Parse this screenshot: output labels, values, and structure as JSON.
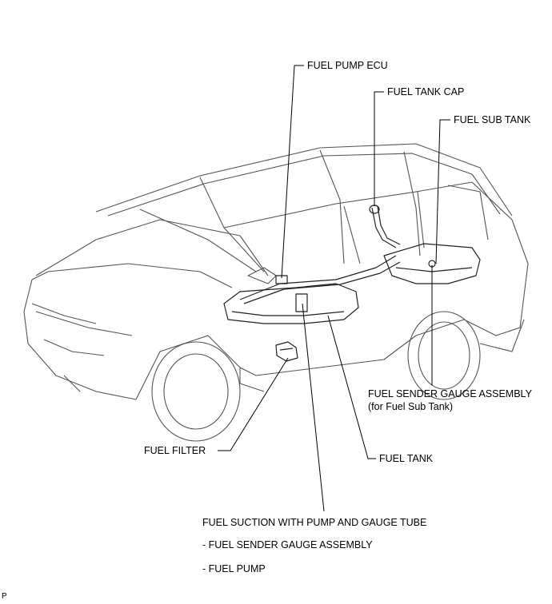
{
  "labels": {
    "fuel_pump_ecu": "FUEL PUMP ECU",
    "fuel_tank_cap": "FUEL TANK CAP",
    "fuel_sub_tank": "FUEL SUB TANK",
    "fuel_sender_gauge_sub": "FUEL SENDER GAUGE ASSEMBLY",
    "fuel_sender_gauge_sub_note": "(for Fuel Sub Tank)",
    "fuel_filter": "FUEL FILTER",
    "fuel_tank": "FUEL TANK",
    "fuel_suction": "FUEL SUCTION WITH PUMP AND GAUGE TUBE",
    "fuel_sender_gauge": "- FUEL SENDER GAUGE ASSEMBLY",
    "fuel_pump": "- FUEL PUMP"
  },
  "figure_code": "P"
}
